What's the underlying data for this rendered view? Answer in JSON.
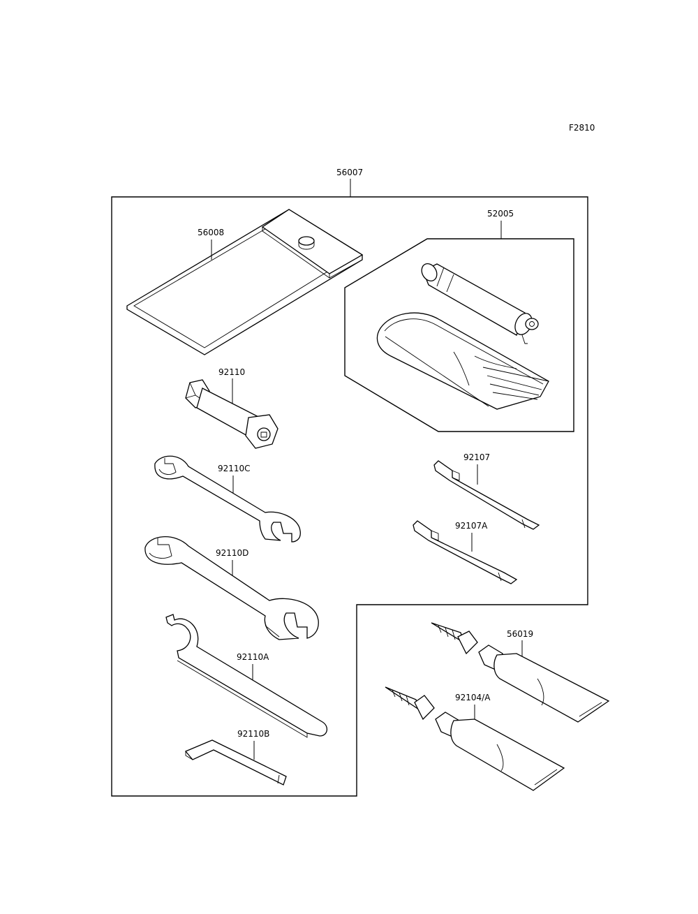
{
  "figure_code": "F2810",
  "parts": [
    {
      "id": "kit",
      "number": "56007"
    },
    {
      "id": "tool-bag",
      "number": "56008"
    },
    {
      "id": "tire-kit",
      "number": "52005"
    },
    {
      "id": "plug-wrench",
      "number": "92110"
    },
    {
      "id": "wrench-small",
      "number": "92110C"
    },
    {
      "id": "wrench-large",
      "number": "92110D"
    },
    {
      "id": "hook-wrench",
      "number": "92110A"
    },
    {
      "id": "hex-key",
      "number": "92110B"
    },
    {
      "id": "screwdriver-1",
      "number": "92107"
    },
    {
      "id": "screwdriver-2",
      "number": "92107A"
    },
    {
      "id": "tube-1",
      "number": "56019"
    },
    {
      "id": "tube-2",
      "number": "92104/A"
    }
  ]
}
